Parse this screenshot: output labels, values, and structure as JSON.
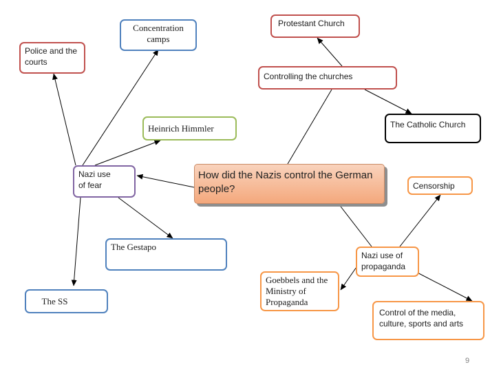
{
  "central": {
    "text": "How did the Nazis control the German people?"
  },
  "fear": {
    "hub": "Nazi use of fear",
    "police": "Police and the courts",
    "camps": "Concentration camps",
    "himmler": "Heinrich Himmler",
    "gestapo": "The Gestapo",
    "ss": "The SS"
  },
  "churches": {
    "hub": "Controlling the churches",
    "protestant": "Protestant Church",
    "catholic": "The Catholic Church"
  },
  "propaganda": {
    "hub": "Nazi use of propaganda",
    "censorship": "Censorship",
    "goebbels": "Goebbels and the Ministry of Propaganda",
    "media": "Control of the media, culture, sports and arts"
  },
  "page_number": "9"
}
